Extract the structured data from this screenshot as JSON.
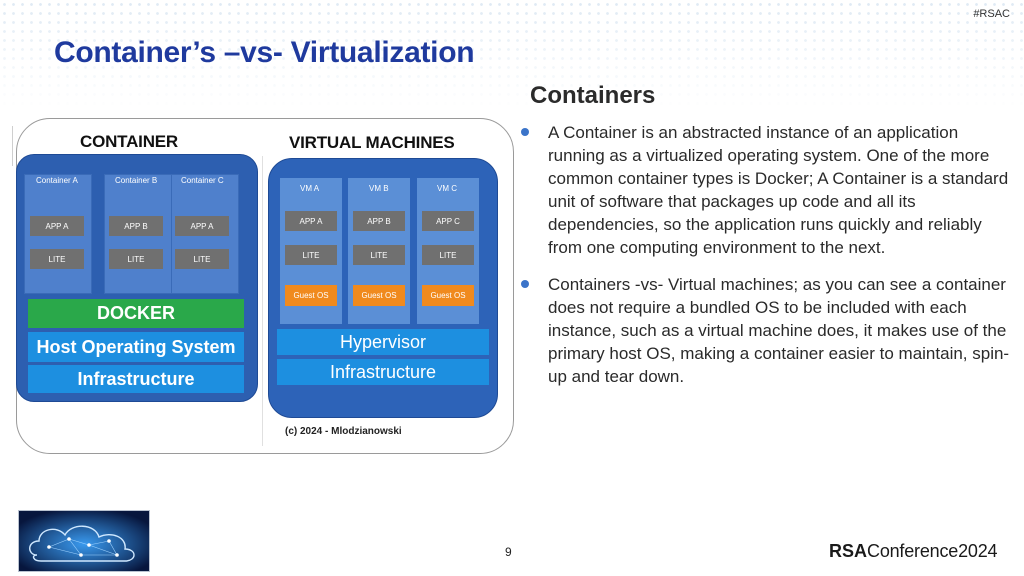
{
  "header": {
    "hashtag": "#RSAC",
    "title": "Container’s –vs- Virtualization"
  },
  "content": {
    "heading": "Containers",
    "bullets": [
      "A Container is an abstracted instance of an application running as a virtualized operating system. One of the more common container types is Docker; A Container is a standard unit of software that packages up code and all its dependencies, so the application runs quickly and reliably from one computing environment to the next.",
      "Containers -vs- Virtual machines; as you can see a container does not require a bundled OS to be included with each instance, such as a virtual machine does, it makes use of the primary host OS, making a container easier to maintain, spin-up and tear down."
    ]
  },
  "diagram": {
    "container_panel": {
      "title": "CONTAINER",
      "columns": [
        {
          "name": "Container A",
          "app": "APP A",
          "lib": "LITE"
        },
        {
          "name": "Container  B",
          "app": "APP B",
          "lib": "LITE"
        },
        {
          "name": "Container  C",
          "app": "APP A",
          "lib": "LITE"
        }
      ],
      "docker": "DOCKER",
      "host_os": "Host Operating System",
      "infrastructure": "Infrastructure"
    },
    "vm_panel": {
      "title": "VIRTUAL MACHINES",
      "columns": [
        {
          "name": "VM A",
          "app": "APP A",
          "lib": "LITE",
          "os": "Guest OS"
        },
        {
          "name": "VM B",
          "app": "APP B",
          "lib": "LITE",
          "os": "Guest OS"
        },
        {
          "name": "VM C",
          "app": "APP C",
          "lib": "LITE",
          "os": "Guest OS"
        }
      ],
      "hypervisor": "Hypervisor",
      "infrastructure": "Infrastructure"
    },
    "copyright": "(c) 2024 - Mlodzianowski"
  },
  "footer": {
    "page_number": "9",
    "logo_prefix": "RSA",
    "logo_suffix": "Conference",
    "logo_year": "2024"
  },
  "colors": {
    "title": "#1f3a9e",
    "panel": "#2d5fb0",
    "docker": "#2aa84a",
    "infra": "#1d8fe0",
    "guest_os": "#f08a1e",
    "bullet": "#3b74c9"
  }
}
